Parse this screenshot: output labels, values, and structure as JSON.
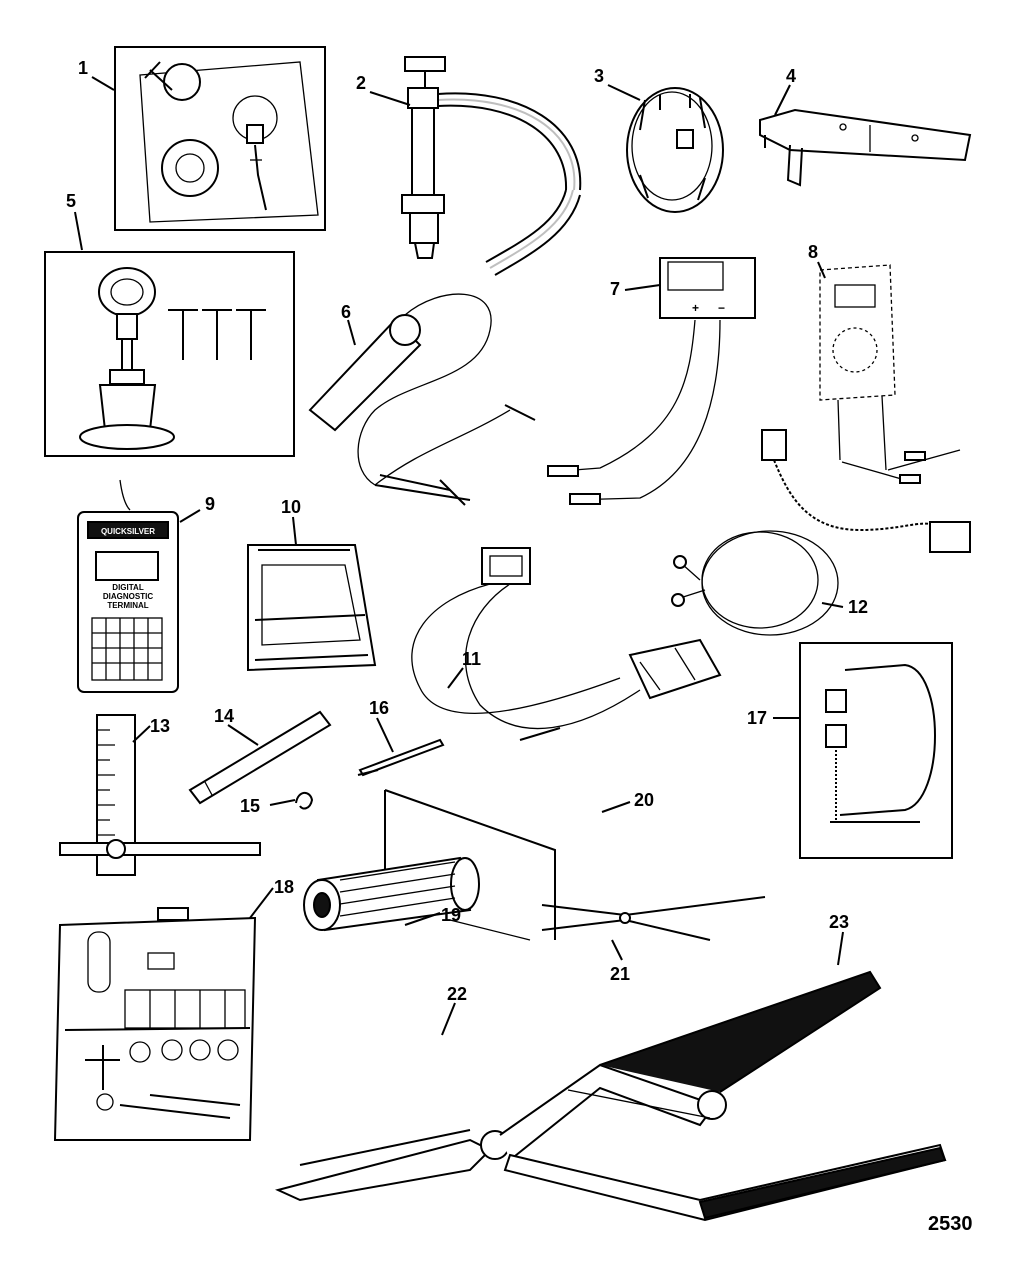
{
  "figure_number": "2530",
  "callouts": [
    {
      "id": "c1",
      "label": "1"
    },
    {
      "id": "c2",
      "label": "2"
    },
    {
      "id": "c3",
      "label": "3"
    },
    {
      "id": "c4",
      "label": "4"
    },
    {
      "id": "c5",
      "label": "5"
    },
    {
      "id": "c6",
      "label": "6"
    },
    {
      "id": "c7",
      "label": "7"
    },
    {
      "id": "c8",
      "label": "8"
    },
    {
      "id": "c9",
      "label": "9"
    },
    {
      "id": "c10",
      "label": "10"
    },
    {
      "id": "c11",
      "label": "11"
    },
    {
      "id": "c12",
      "label": "12"
    },
    {
      "id": "c13",
      "label": "13"
    },
    {
      "id": "c14",
      "label": "14"
    },
    {
      "id": "c15",
      "label": "15"
    },
    {
      "id": "c16",
      "label": "16"
    },
    {
      "id": "c17",
      "label": "17"
    },
    {
      "id": "c18",
      "label": "18"
    },
    {
      "id": "c19",
      "label": "19"
    },
    {
      "id": "c20",
      "label": "20"
    },
    {
      "id": "c21",
      "label": "21"
    },
    {
      "id": "c22",
      "label": "22"
    },
    {
      "id": "c23",
      "label": "23"
    }
  ],
  "terminal": {
    "brand": "QUICKSILVER",
    "line1": "DIGITAL",
    "line2": "DIAGNOSTIC",
    "line3": "TERMINAL"
  },
  "meter_box": {
    "plus": "+",
    "minus": "−"
  }
}
